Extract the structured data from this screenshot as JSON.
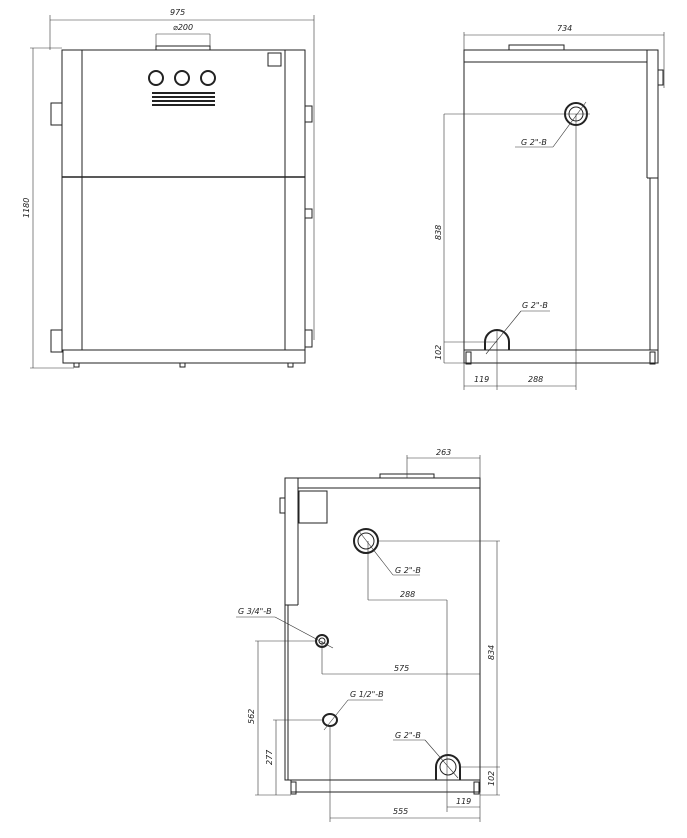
{
  "front_view": {
    "width": "975",
    "flue": "⌀200",
    "height": "1180"
  },
  "side_view": {
    "depth": "734",
    "pipe_upper": "G 2\"-B",
    "pipe_lower": "G 2\"-B",
    "height_838": "838",
    "height_102": "102",
    "dist_119": "119",
    "dist_288": "288"
  },
  "rear_view": {
    "dim_263": "263",
    "pipe_upper": "G 2\"-B",
    "dist_288": "288",
    "pipe_3_4": "G 3/4\"-B",
    "dist_575": "575",
    "pipe_1_2": "G 1/2\"-B",
    "pipe_lower": "G 2\"-B",
    "height_834": "834",
    "height_102": "102",
    "height_562": "562",
    "height_277": "277",
    "dist_555": "555",
    "dist_119": "119"
  }
}
